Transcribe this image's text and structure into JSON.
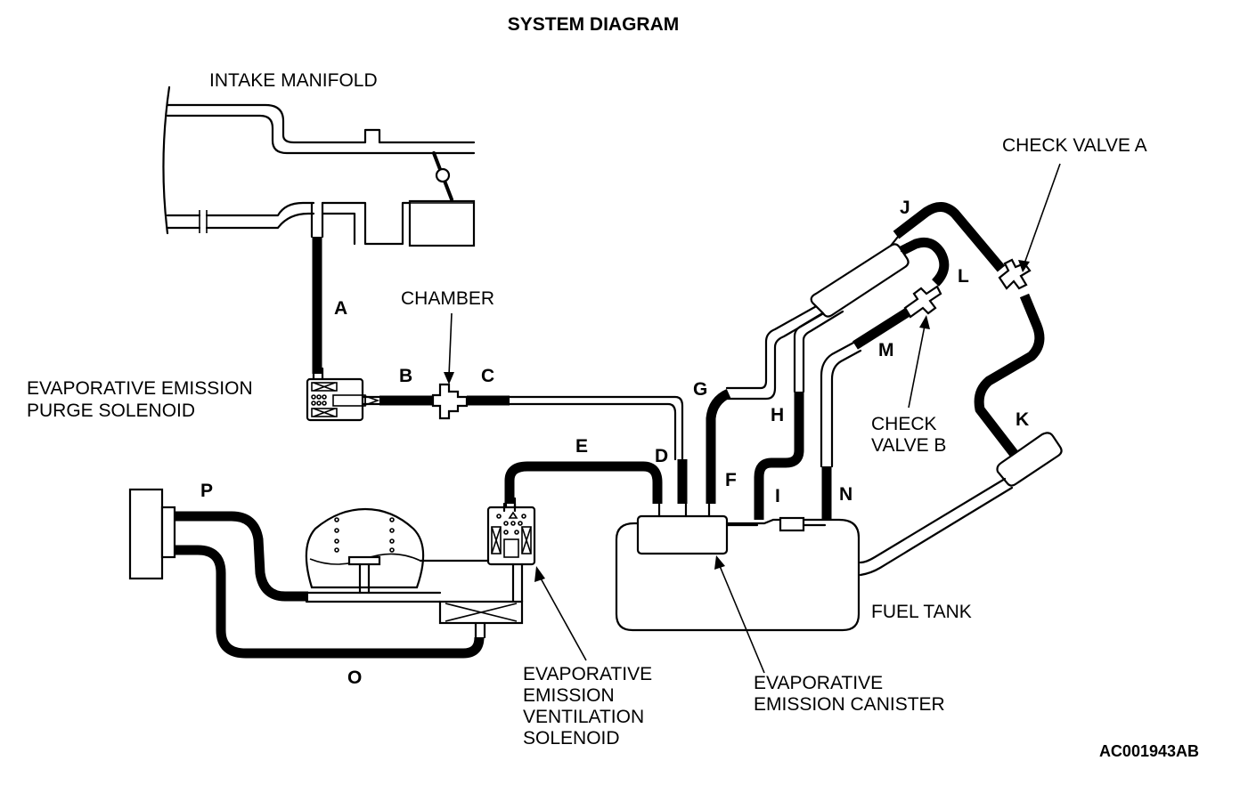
{
  "title": "SYSTEM DIAGRAM",
  "figure_id": "AC001943AB",
  "components": {
    "intake_manifold": "INTAKE MANIFOLD",
    "purge_solenoid": [
      "EVAPORATIVE EMISSION",
      "PURGE SOLENOID"
    ],
    "chamber": "CHAMBER",
    "check_valve_a": "CHECK VALVE A",
    "check_valve_b": [
      "CHECK",
      "VALVE B"
    ],
    "ventilation_solenoid": [
      "EVAPORATIVE",
      "EMISSION",
      "VENTILATION",
      "SOLENOID"
    ],
    "canister": [
      "EVAPORATIVE",
      "EMISSION CANISTER"
    ],
    "fuel_tank": "FUEL TANK"
  },
  "hoses": {
    "a": "A",
    "b": "B",
    "c": "C",
    "d": "D",
    "e": "E",
    "f": "F",
    "g": "G",
    "h": "H",
    "i": "I",
    "j": "J",
    "k": "K",
    "l": "L",
    "m": "M",
    "n": "N",
    "o": "O",
    "p": "P"
  },
  "colors": {
    "ink": "#000000",
    "paper": "#ffffff"
  }
}
